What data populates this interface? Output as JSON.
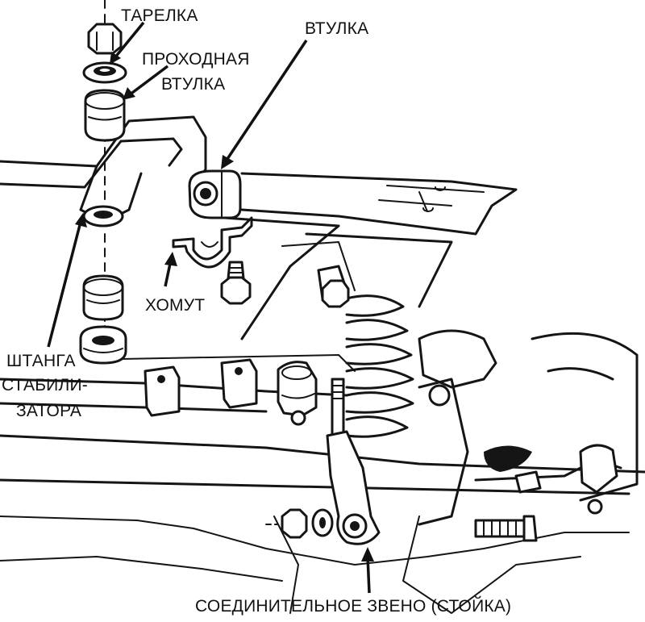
{
  "labels": {
    "tarelka": "ТАРЕЛКА",
    "prokhodnaya_1": "ПРОХОДНАЯ",
    "prokhodnaya_2": "ВТУЛКА",
    "vtulka": "ВТУЛКА",
    "khomut": "ХОМУТ",
    "shtanga_1": "ШТАНГА",
    "shtanga_2": "СТАБИЛИ-",
    "shtanga_3": "ЗАТОРА",
    "zveno": "СОЕДИНИТЕЛЬНОЕ ЗВЕНО (СТОЙКА)"
  },
  "colors": {
    "ink": "#151515",
    "paper": "#ffffff"
  }
}
